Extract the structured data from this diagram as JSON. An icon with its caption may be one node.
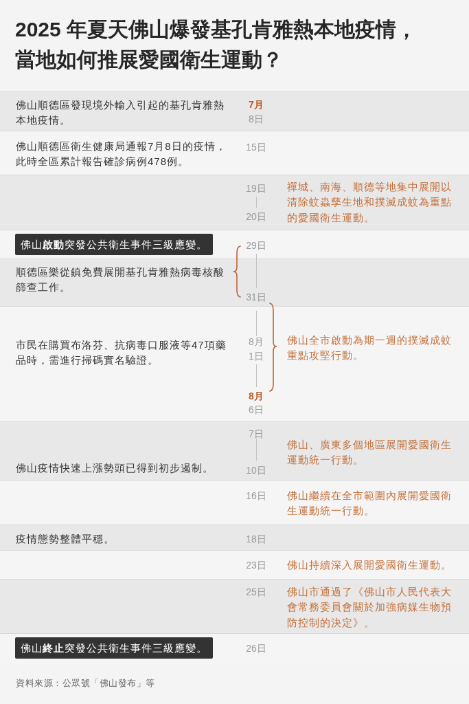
{
  "diagram": {
    "title": "2025 年夏天佛山爆發基孔肯雅熱本地疫情，當地如何推展愛國衛生運動？",
    "nodes": [
      {
        "text": [
          "佛山順德區發現境外輸入引起的基孔肯雅熱本地疫情。",
          "7月",
          "8日"
        ]
      },
      {
        "text": [
          "佛山順德區衛生健康局通報7月8日的疫情，此時全區累計報告確診病例478例。",
          "15日"
        ]
      },
      {
        "text": [
          "19日",
          "20日",
          "禪城、南海、順德等地集中展開以清除蚊蟲孳生地和撲滅成蚊為重點的愛國衛生運動。"
        ]
      },
      {
        "text": [
          "29日"
        ]
      },
      {
        "text": [
          "佛山**啟動**突發公共衛生事件三級應變。"
        ],
        "in": 3
      },
      {
        "text": [
          "順德區樂從鎮免費展開基孔肯雅熱病毒核酸篩查工作。",
          "31日"
        ]
      },
      {
        "text": [
          "市民在購買布洛芬、抗病毒口服液等47項藥品時，需進行掃碼實名驗證。",
          "8月",
          "1日",
          "8月",
          "6日",
          "佛山全市啟動為期一週的撲滅成蚊重點攻堅行動。"
        ]
      },
      {
        "text": [
          "佛山疫情快速上漲勢頭已得到初步遏制。",
          "7日",
          "10日",
          "佛山、廣東多個地區展開愛國衛生運動統一行動。"
        ]
      },
      {
        "text": [
          "16日",
          "佛山繼續在全市範圍內展開愛國衛生運動統一行動。"
        ]
      },
      {
        "text": [
          "疫情態勢整體平穩。",
          "18日"
        ]
      },
      {
        "text": [
          "23日",
          "佛山持續深入展開愛國衛生運動。"
        ]
      },
      {
        "text": [
          "25日",
          "佛山市通過了《佛山市人民代表大會常務委員會關於加強病媒生物預防控制的決定》。"
        ]
      },
      {
        "text": [
          "26日"
        ]
      },
      {
        "text": [
          "佛山**終止**突發公共衛生事件三級應變。"
        ],
        "in": 12
      }
    ],
    "labels": [
      "資料來源：公眾號「佛山發布」等"
    ]
  }
}
